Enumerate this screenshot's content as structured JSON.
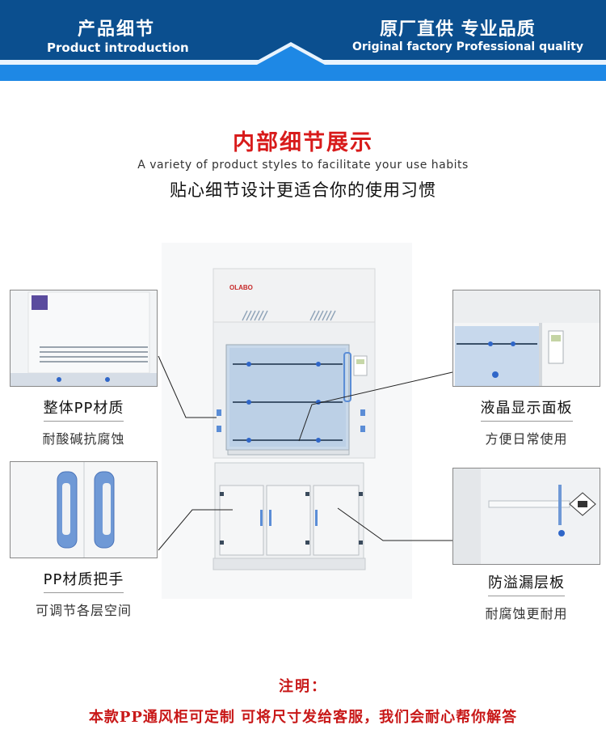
{
  "banner": {
    "left_cn": "产品细节",
    "left_en": "Product introduction",
    "right_cn": "原厂直供 专业品质",
    "right_en": "Original factory Professional quality",
    "color": "#0b4f8f",
    "accent": "#1e88e5"
  },
  "section": {
    "title": "内部细节展示",
    "subtitle_en": "A variety of product styles to facilitate your use habits",
    "subtitle_cn": "贴心细节设计更适合你的使用习惯"
  },
  "product": {
    "brand": "OLABO"
  },
  "details": [
    {
      "title": "整体PP材质",
      "desc": "耐酸碱抗腐蚀"
    },
    {
      "title": "PP材质把手",
      "desc": "可调节各层空间"
    },
    {
      "title": "液晶显示面板",
      "desc": "方便日常使用"
    },
    {
      "title": "防溢漏层板",
      "desc": "耐腐蚀更耐用"
    }
  ],
  "notes": {
    "title": "注明：",
    "text": "本款PP通风柜可定制 可将尺寸发给客服，我们会耐心帮你解答",
    "color": "#c81818"
  }
}
